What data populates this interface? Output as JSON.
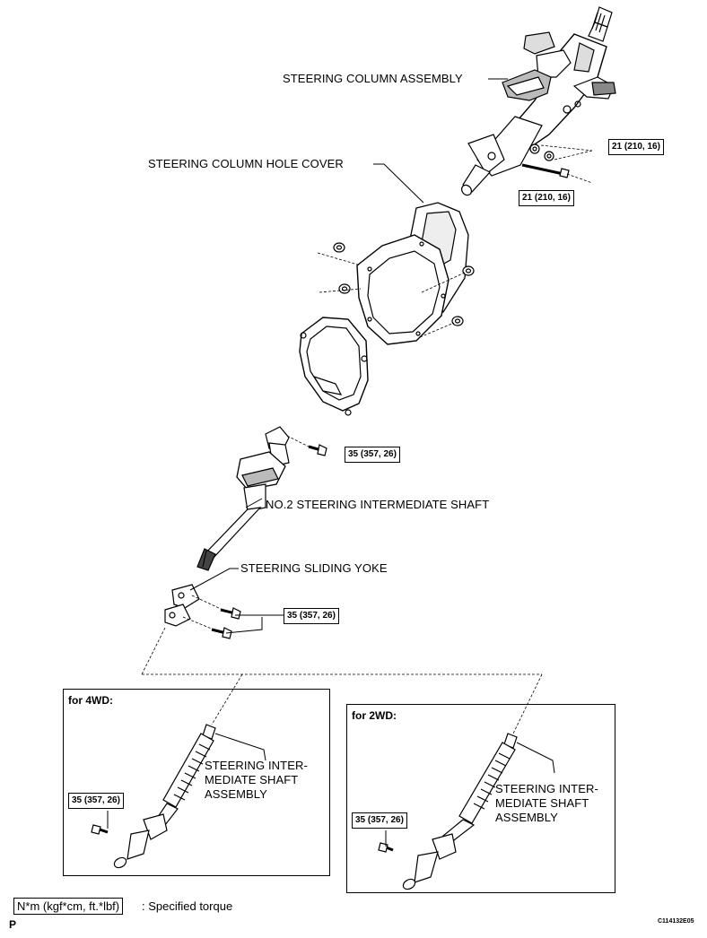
{
  "labels": {
    "steering_column_assembly": "STEERING COLUMN ASSEMBLY",
    "steering_column_hole_cover": "STEERING COLUMN HOLE COVER",
    "no2_intermediate_shaft": "NO.2 STEERING INTERMEDIATE SHAFT",
    "steering_sliding_yoke": "STEERING SLIDING YOKE",
    "intermediate_shaft_4wd": "STEERING INTER-MEDIATE SHAFT ASSEMBLY",
    "intermediate_shaft_2wd": "STEERING INTER-MEDIATE SHAFT ASSEMBLY"
  },
  "torques": {
    "column_nut": "21 (210, 16)",
    "column_bolt": "21 (210, 16)",
    "intermediate_bolt": "35 (357, 26)",
    "yoke_bolts": "35 (357, 26)",
    "fourwd_bolt": "35 (357, 26)",
    "twowd_bolt": "35 (357, 26)"
  },
  "variants": {
    "fourwd_title": "for 4WD:",
    "twowd_title": "for 2WD:"
  },
  "legend": {
    "unit": "N*m (kgf*cm, ft.*lbf)",
    "text": ": Specified torque"
  },
  "footer": {
    "corner_letter": "P",
    "figure_code": "C114132E05"
  }
}
